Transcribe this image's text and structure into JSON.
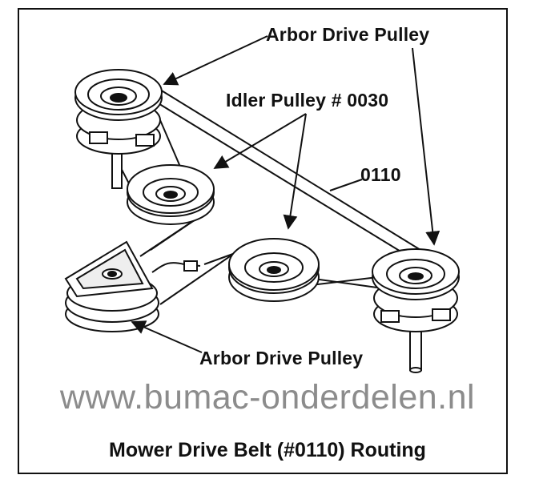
{
  "labels": {
    "arbor_top": "Arbor Drive Pulley",
    "idler": "Idler Pulley # 0030",
    "belt": "0110",
    "arbor_bottom": "Arbor Drive Pulley"
  },
  "watermark": "www.bumac-onderdelen.nl",
  "caption": "Mower Drive Belt (#0110) Routing",
  "colors": {
    "ink": "#111111",
    "watermark": "#8c8c8c",
    "background": "#ffffff"
  }
}
